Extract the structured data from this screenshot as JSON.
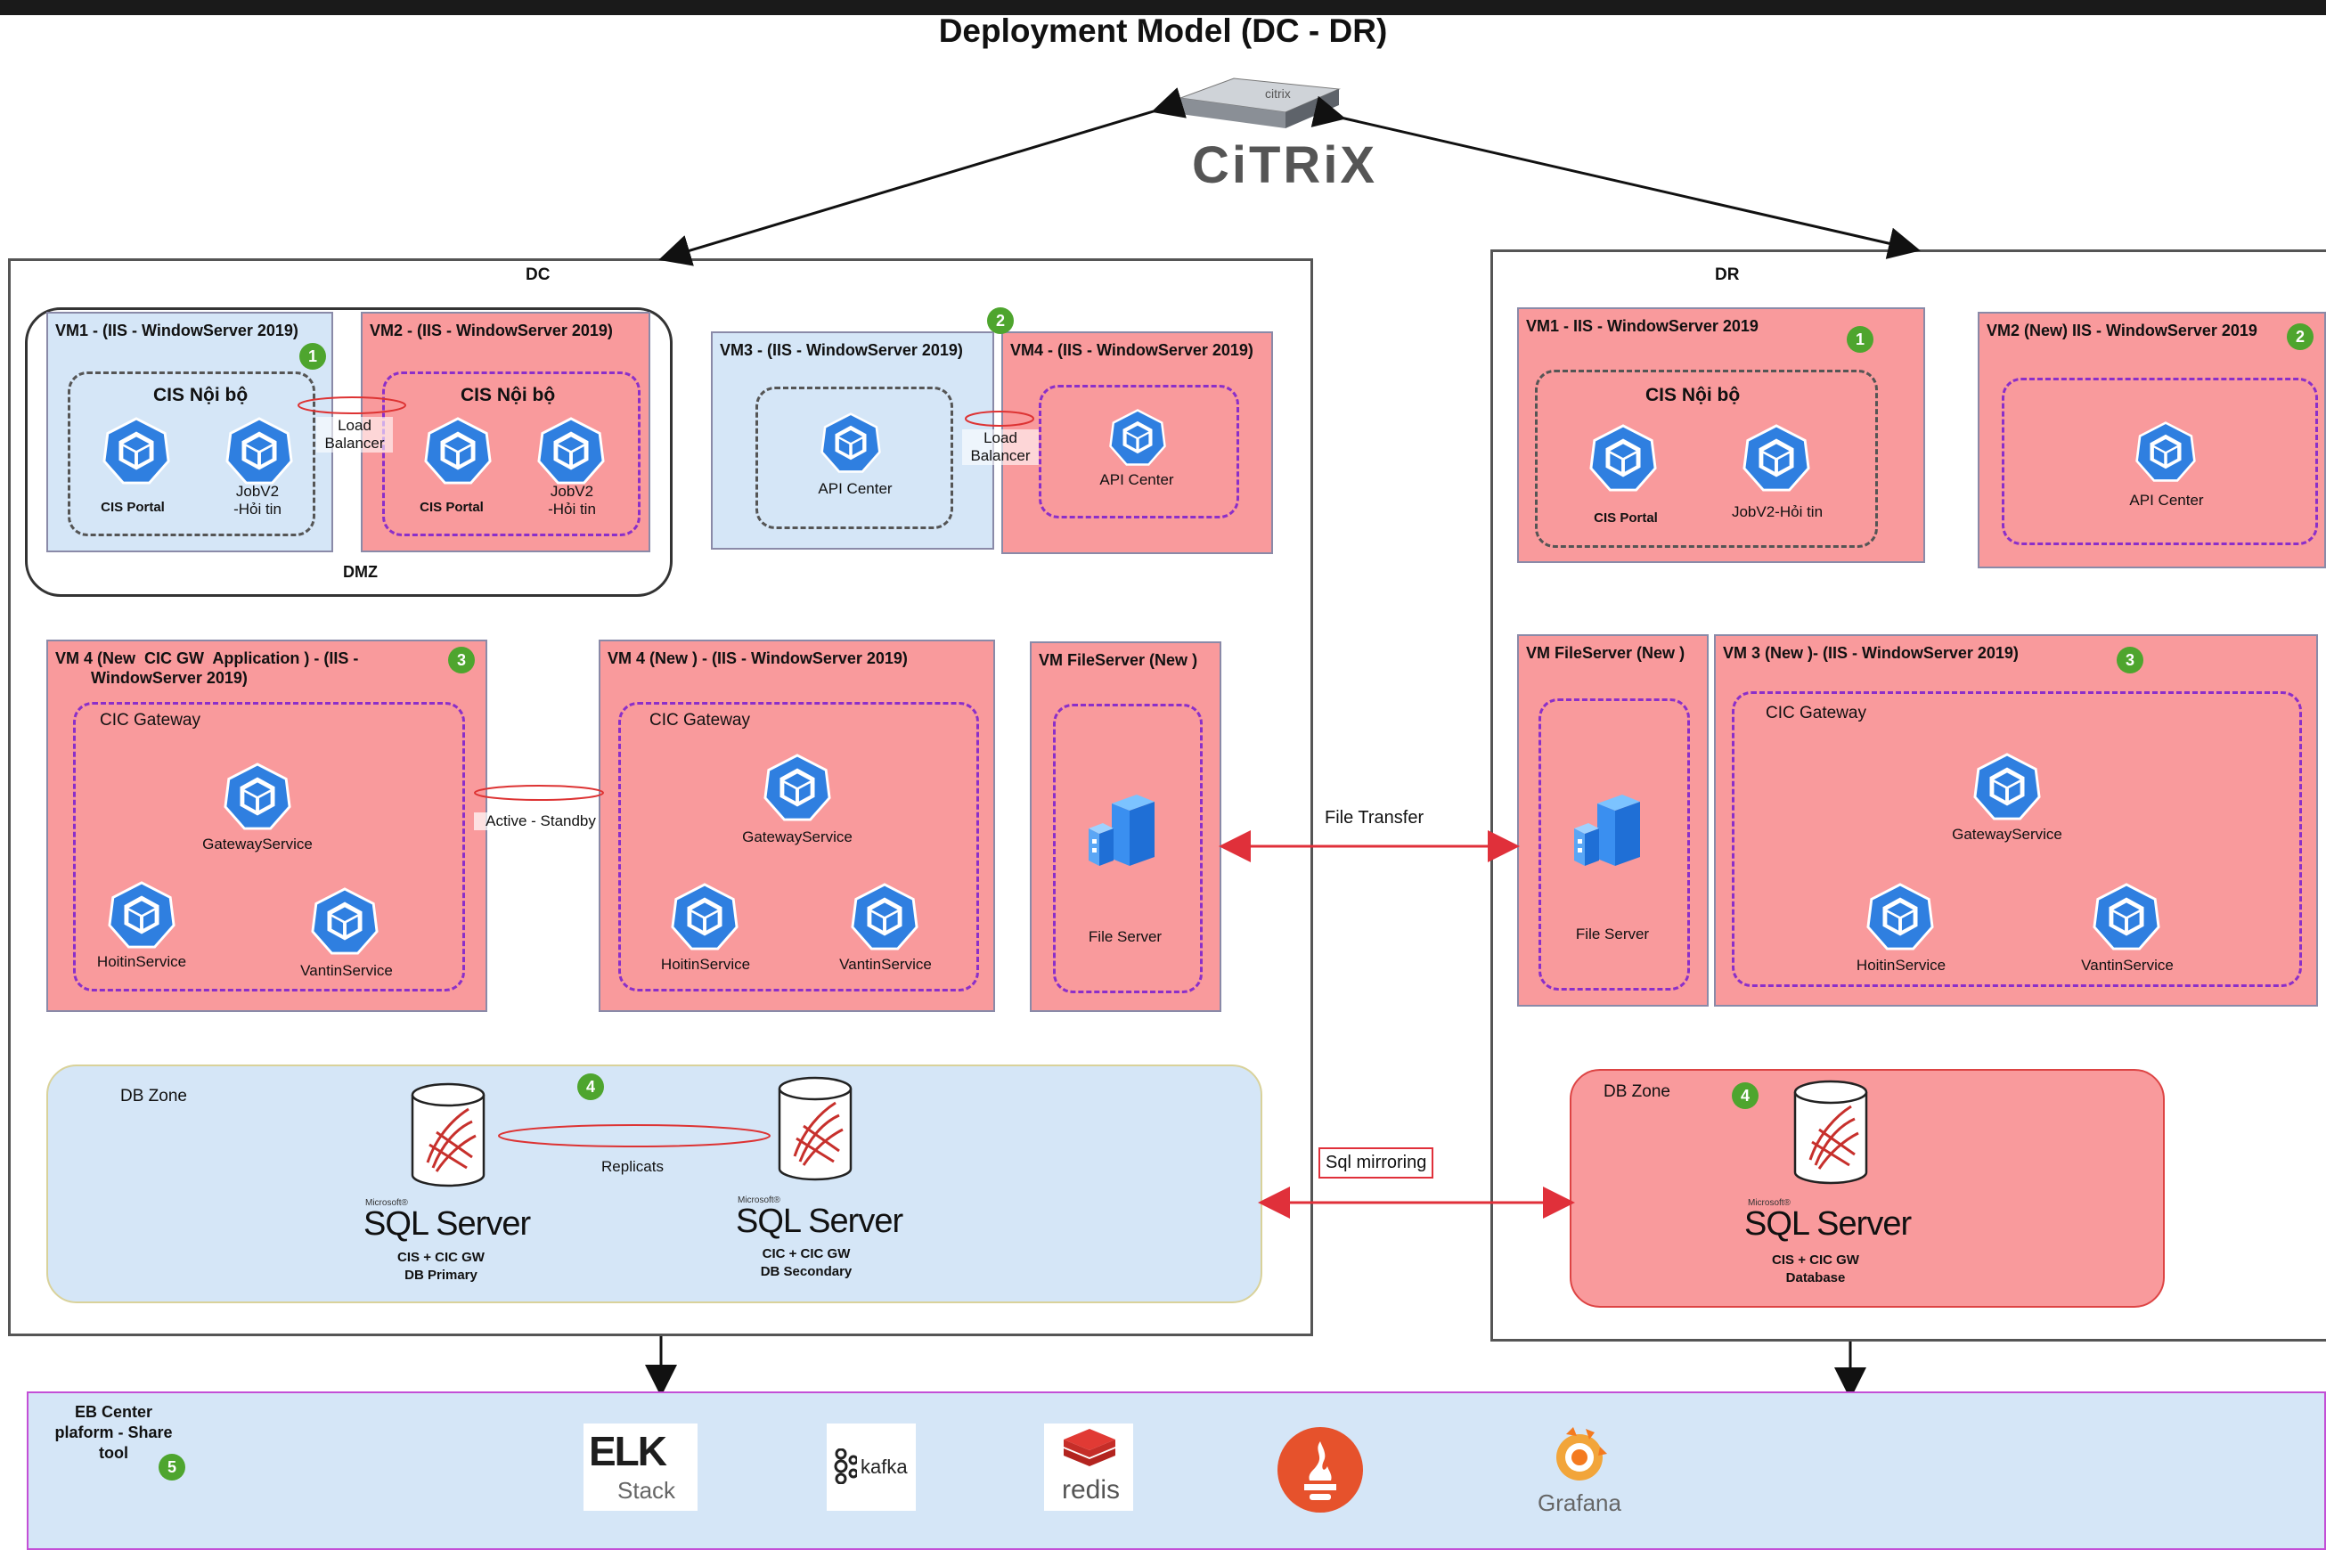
{
  "title": "Deployment Model (DC - DR)",
  "citrix": {
    "brand": "CiTRiX",
    "box_label": "citrix"
  },
  "dc": {
    "label": "DC",
    "dmz_label": "DMZ",
    "vm1": {
      "title": "VM1 - (IIS - WindowServer 2019)",
      "group": "CIS Nội bộ",
      "apps": [
        "CIS Portal",
        "JobV2\n-Hỏi tin"
      ]
    },
    "vm2": {
      "title": "VM2 - (IIS - WindowServer 2019)",
      "group": "CIS Nội bộ",
      "apps": [
        "CIS Portal",
        "JobV2\n-Hỏi tin"
      ]
    },
    "lb1": "Load\nBalancer",
    "vm3": {
      "title": "VM3 - (IIS - WindowServer 2019)",
      "app": "API Center"
    },
    "vm4": {
      "title": "VM4 - (IIS - WindowServer 2019)",
      "app": "API Center"
    },
    "lb2": "Load\nBalancer",
    "vm4a": {
      "title": "VM 4 (New  CIC GW  Application ) - (IIS - \n        WindowServer 2019)",
      "group": "CIC Gateway",
      "apps": [
        "GatewayService",
        "HoitinService",
        "VantinService"
      ]
    },
    "active_standby": "Active - Standby",
    "vm4b": {
      "title": "VM 4 (New ) - (IIS - WindowServer 2019)",
      "group": "CIC Gateway",
      "apps": [
        "GatewayService",
        "HoitinService",
        "VantinService"
      ]
    },
    "vmfs": {
      "title": "VM FileServer (New )",
      "app": "File Server"
    },
    "db": {
      "label": "DB Zone",
      "replicates": "Replicats",
      "primary": "CIS + CIC GW\nDB Primary",
      "secondary": "CIC + CIC GW\nDB Secondary"
    }
  },
  "dr": {
    "label": "DR",
    "vm1": {
      "title": "VM1 - IIS - WindowServer 2019",
      "group": "CIS Nội bộ",
      "apps": [
        "CIS Portal",
        "JobV2-Hỏi tin"
      ]
    },
    "vm2": {
      "title": "VM2 (New)  IIS - WindowServer 2019",
      "app": "API Center"
    },
    "vmfs": {
      "title": "VM FileServer (New )",
      "app": "File Server"
    },
    "vm3": {
      "title": "VM 3 (New )- (IIS - WindowServer 2019)",
      "group": "CIC Gateway",
      "apps": [
        "GatewayService",
        "HoitinService",
        "VantinService"
      ]
    },
    "db": {
      "label": "DB Zone",
      "caption": "CIS + CIC GW\nDatabase"
    }
  },
  "sql": {
    "brand_small": "Microsoft®",
    "brand": "SQL Server"
  },
  "file_transfer": "File Transfer",
  "sql_mirroring": "Sql mirroring",
  "badges": [
    "1",
    "2",
    "3",
    "4",
    "5"
  ],
  "shared": {
    "label": "EB Center\nplaform - Share\ntool",
    "tools": [
      "Stack",
      "kafka",
      "redis",
      "Prometheus",
      "Grafana"
    ],
    "elk_letters": "ELK"
  },
  "colors": {
    "pink": "#f99a9c",
    "blue": "#d5e6f7",
    "hex_blue": "#2f7fe0",
    "badge": "#4ea52e",
    "arrow_red": "#e0303a"
  }
}
